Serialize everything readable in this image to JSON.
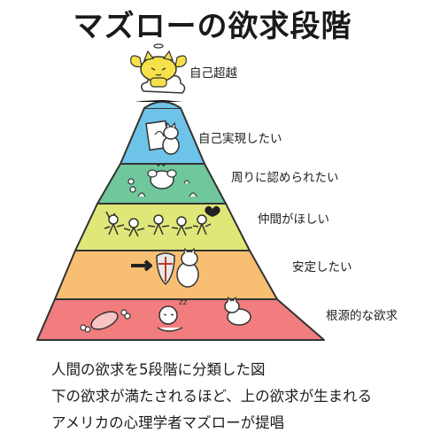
{
  "title": "マズローの欲求段階",
  "levels": [
    {
      "label": "自己超越",
      "color": "#ffffff",
      "icon": "winged-cat-on-cloud-icon"
    },
    {
      "label": "自己実現したい",
      "color": "#6ec3e8",
      "icon": "cat-painting-icon"
    },
    {
      "label": "周りに認められたい",
      "color": "#6fc79b",
      "icon": "applauded-cat-icon"
    },
    {
      "label": "仲間がほしい",
      "color": "#dfe778",
      "icon": "cats-holding-hands-icon"
    },
    {
      "label": "安定したい",
      "color": "#f8bf73",
      "icon": "cat-with-shield-icon"
    },
    {
      "label": "根源的な欲求",
      "color": "#f27d7e",
      "icon": "food-sleep-cat-icon"
    }
  ],
  "sleep_text": "zz",
  "caption": [
    "人間の欲求を5段階に分類した図",
    "下の欲求が満たされるほど、上の欲求が生まれる",
    "アメリカの心理学者マズローが提唱"
  ]
}
